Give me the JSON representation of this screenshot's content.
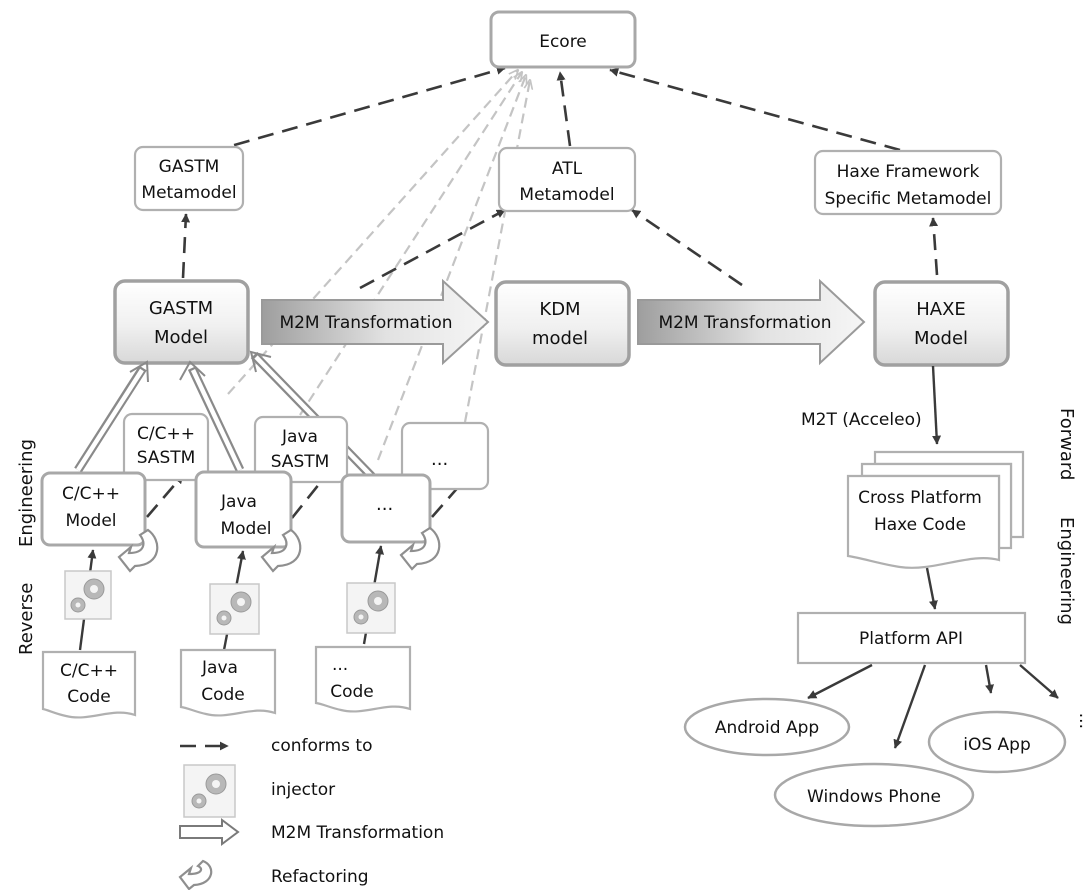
{
  "nodes": {
    "ecore": "Ecore",
    "gastm_meta": [
      "GASTM",
      "Metamodel"
    ],
    "atl_meta": [
      "ATL",
      "Metamodel"
    ],
    "haxe_meta": [
      "Haxe Framework",
      "Specific Metamodel"
    ],
    "gastm_model": [
      "GASTM",
      "Model"
    ],
    "kdm_model": [
      "KDM",
      "model"
    ],
    "haxe_model": [
      "HAXE",
      "Model"
    ],
    "cpp_sastm": [
      "C/C++",
      "SASTM"
    ],
    "java_sastm": [
      "Java",
      "SASTM"
    ],
    "etc_sastm": "...",
    "cpp_model": [
      "C/C++",
      "Model"
    ],
    "java_model": [
      "Java",
      "Model"
    ],
    "etc_model": "...",
    "cpp_code": [
      "C/C++",
      "Code"
    ],
    "java_code": [
      "Java",
      "Code"
    ],
    "etc_code": [
      "...",
      "Code"
    ],
    "cross_platform": [
      "Cross Platform",
      "Haxe Code"
    ],
    "platform_api": "Platform API",
    "android": "Android App",
    "windows_phone": "Windows Phone",
    "ios": "iOS App",
    "more_apps": "..."
  },
  "edges": {
    "m2m_1": "M2M Transformation",
    "m2m_2": "M2M Transformation",
    "m2t": "M2T (Acceleo)"
  },
  "side_labels": {
    "reverse": "Reverse",
    "engineering_left": "Engineering",
    "forward": "Forward",
    "engineering_right": "Engineering"
  },
  "legend": {
    "conforms_to": "conforms to",
    "injector": "injector",
    "m2m": "M2M Transformation",
    "refactoring": "Refactoring"
  }
}
